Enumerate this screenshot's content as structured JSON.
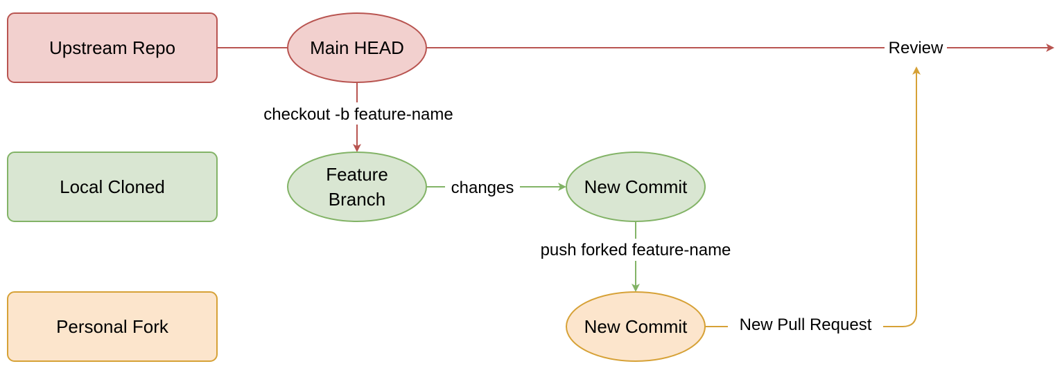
{
  "colors": {
    "red_fill": "#f2d0ce",
    "red_stroke": "#b85450",
    "green_fill": "#d9e6d2",
    "green_stroke": "#82b366",
    "orange_fill": "#fce5cc",
    "orange_stroke": "#d6a136"
  },
  "lanes": {
    "upstream": "Upstream Repo",
    "local": "Local Cloned",
    "fork": "Personal Fork"
  },
  "nodes": {
    "main_head": "Main HEAD",
    "feature_line1": "Feature",
    "feature_line2": "Branch",
    "new_commit_local": "New Commit",
    "new_commit_fork": "New Commit"
  },
  "edges": {
    "checkout": "checkout  -b feature-name",
    "changes": "changes",
    "push": "push forked  feature-name",
    "pull_request": "New Pull Request",
    "review": "Review"
  }
}
